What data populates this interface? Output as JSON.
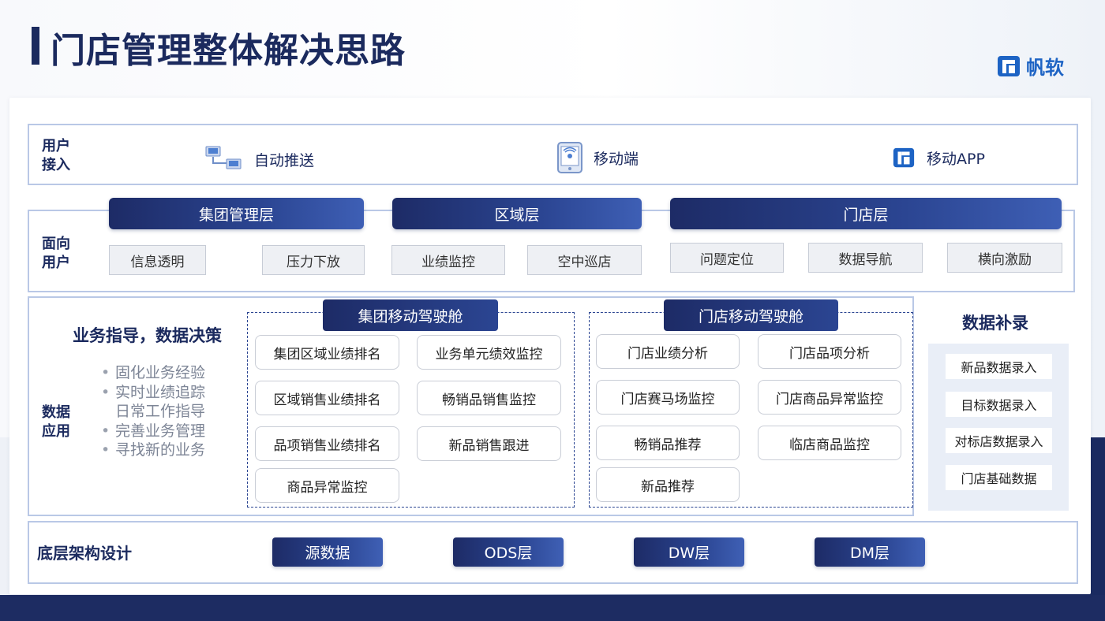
{
  "title": "门店管理整体解决思路",
  "logo": {
    "text": "帆软",
    "icon": "fanruan-logo-icon"
  },
  "access": {
    "label_line1": "用户",
    "label_line2": "接入",
    "items": [
      {
        "label": "自动推送",
        "icon": "computer-network-icon"
      },
      {
        "label": "移动端",
        "icon": "mobile-device-icon"
      },
      {
        "label": "移动APP",
        "icon": "fanruan-app-icon"
      }
    ]
  },
  "users": {
    "label_line1": "面向",
    "label_line2": "用户",
    "layers": [
      "集团管理层",
      "区域层",
      "门店层"
    ],
    "group_items": [
      "信息透明",
      "压力下放"
    ],
    "region_items": [
      "业绩监控",
      "空中巡店"
    ],
    "store_items": [
      "问题定位",
      "数据导航",
      "横向激励"
    ]
  },
  "application": {
    "label_line1": "数据",
    "label_line2": "应用",
    "subtitle": "业务指导，数据决策",
    "bullets": [
      "固化业务经验",
      "实时业绩追踪",
      "日常工作指导",
      "完善业务管理",
      "寻找新的业务"
    ],
    "bullet_char": "•",
    "group_cockpit": {
      "title": "集团移动驾驶舱",
      "items": [
        "集团区域业绩排名",
        "业务单元绩效监控",
        "区域销售业绩排名",
        "畅销品销售监控",
        "品项销售业绩排名",
        "新品销售跟进",
        "商品异常监控"
      ]
    },
    "store_cockpit": {
      "title": "门店移动驾驶舱",
      "items": [
        "门店业绩分析",
        "门店品项分析",
        "门店赛马场监控",
        "门店商品异常监控",
        "畅销品推荐",
        "临店商品监控",
        "新品推荐"
      ]
    }
  },
  "supplement": {
    "title": "数据补录",
    "items": [
      "新品数据录入",
      "目标数据录入",
      "对标店数据录入",
      "门店基础数据"
    ]
  },
  "architecture": {
    "label": "底层架构设计",
    "items": [
      "源数据",
      "ODS层",
      "DW层",
      "DM层"
    ]
  },
  "colors": {
    "navy": "#1b2a5e",
    "accent_blue": "#1d63c4",
    "border": "#b9c8e6"
  }
}
